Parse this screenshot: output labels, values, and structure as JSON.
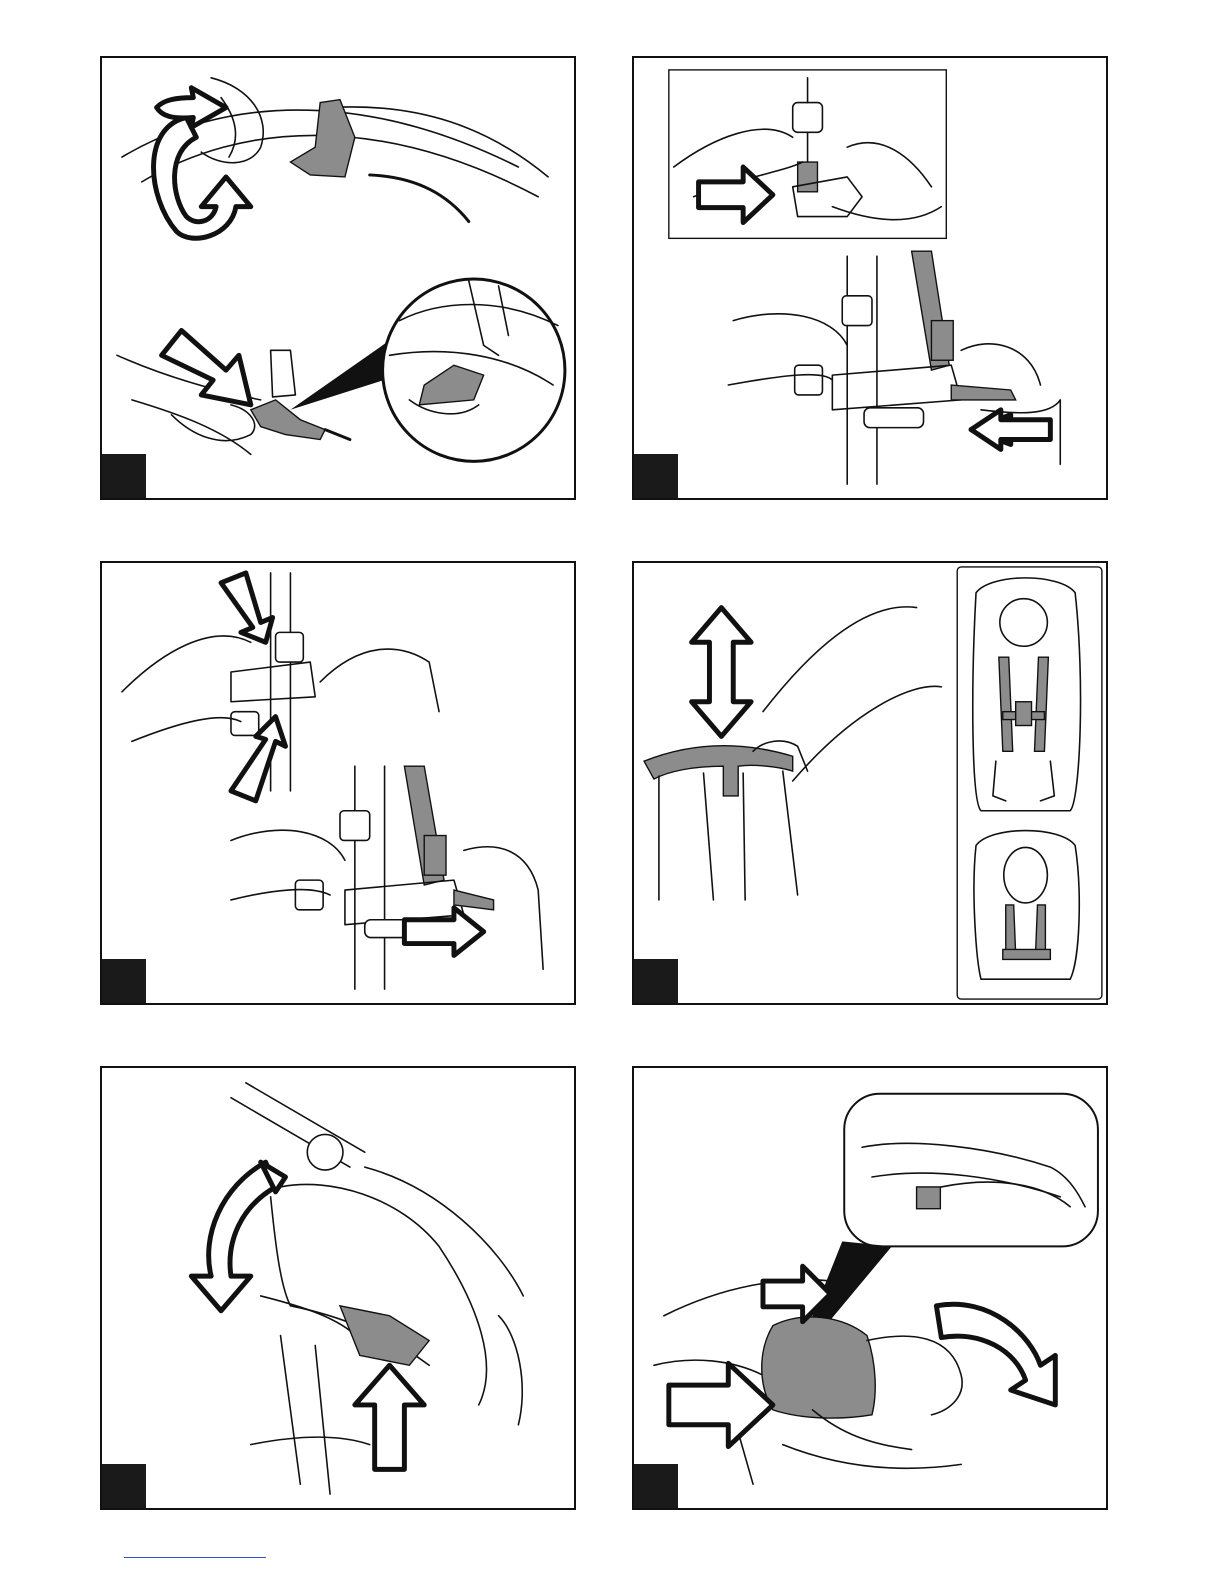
{
  "panels": [
    {
      "id": "panel-1",
      "step_label": ""
    },
    {
      "id": "panel-2",
      "step_label": ""
    },
    {
      "id": "panel-3",
      "step_label": ""
    },
    {
      "id": "panel-4",
      "step_label": ""
    },
    {
      "id": "panel-5",
      "step_label": ""
    },
    {
      "id": "panel-6",
      "step_label": ""
    }
  ],
  "colors": {
    "frame": "#111111",
    "label_box": "#1a1a1a",
    "strap_grey": "#8c8c8c",
    "footer_rule": "#3355cc"
  },
  "icons": [
    "rotate-arrow-icon",
    "push-arrow-icon",
    "up-down-arrow-icon",
    "magnifier-callout-icon"
  ]
}
